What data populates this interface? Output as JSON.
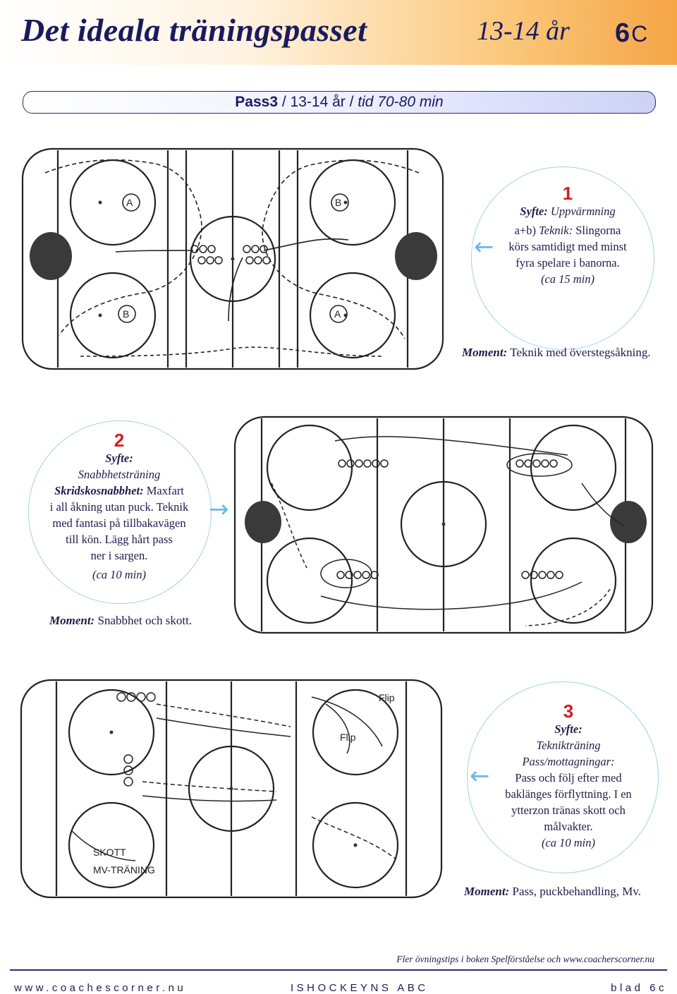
{
  "header": {
    "title": "Det ideala träningspasset",
    "age": "13-14 år",
    "code_num": "6",
    "code_letter": "C"
  },
  "pass_bar": {
    "name": "Pass3",
    "sep": "/",
    "group": "13-14 år",
    "sep2": "/",
    "duration": "tid 70-80 min"
  },
  "drills": [
    {
      "number": "1",
      "syfte_label": "Syfte:",
      "syfte": "Uppvärmning",
      "line1_prefix": "a+b)",
      "line1_label": "Teknik:",
      "line1_rest": "Slingorna",
      "line2": "körs samtidigt med  minst",
      "line3": "fyra spelare i banorna.",
      "time": "(ca 15 min)",
      "moment_label": "Moment:",
      "moment": "Teknik med överstegsåkning.",
      "rink_labels": [
        "A",
        "B",
        "B",
        "A"
      ]
    },
    {
      "number": "2",
      "syfte_label": "Syfte:",
      "syfte": "Snabbhetsträning",
      "line1_label": "Skridskosnabbhet:",
      "line1_rest": "Maxfart",
      "line2": "i all åkning utan puck. Teknik",
      "line3": "med fantasi på tillbakavägen",
      "line4": "till kön. Lägg hårt pass",
      "line5": "ner i sargen.",
      "time": "(ca 10 min)",
      "moment_label": "Moment:",
      "moment": "Snabbhet och skott."
    },
    {
      "number": "3",
      "syfte_label": "Syfte:",
      "syfte": "Teknikträning",
      "line1": "Pass/mottagningar:",
      "line2": "Pass och följ efter med",
      "line3": "baklänges förflyttning. I en",
      "line4": "ytterzon tränas skott och",
      "line5": "målvakter.",
      "time": "(ca 10 min)",
      "moment_label": "Moment:",
      "moment": "Pass, puckbehandling, Mv.",
      "rink_labels": [
        "SKOTT",
        "MV-TRÄNING",
        "Flip",
        "Flip"
      ]
    }
  ],
  "footnote": "Fler övningstips i boken Spelförståelse och www.coacherscorner.nu",
  "footer": {
    "left": "www.coachescorner.nu",
    "center": "ISHOCKEYNS ABC",
    "right": "blad 6c"
  },
  "colors": {
    "accent_orange": "#f5a546",
    "navy": "#1a1a5e",
    "red_number": "#d81c22",
    "bubble_blue": "#9fd2ee"
  }
}
